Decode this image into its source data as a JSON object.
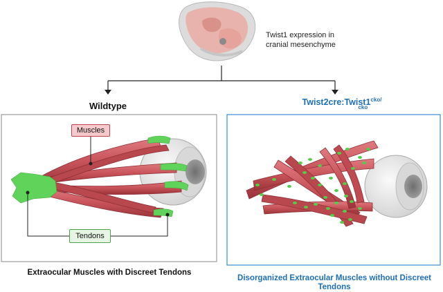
{
  "header": {
    "annotation_line1": "Twist1 expression in",
    "annotation_line2": "cranial mesenchyme"
  },
  "left_panel": {
    "title": "Wildtype",
    "muscles_label": "Muscles",
    "tendons_label": "Tendons",
    "caption": "Extraocular Muscles with Discreet Tendons"
  },
  "right_panel": {
    "title_main": "Twist2cre:Twist1",
    "title_superscript": "cko/",
    "title_subscript": "cko",
    "caption_line1": "Disorganized Extraocular Muscles without Discreet",
    "caption_line2": "Tendons"
  },
  "colors": {
    "muscle": "#c8535a",
    "muscle_dark": "#8e2f36",
    "tendon_green": "#5fd35a",
    "right_title_blue": "#1d6fb8",
    "right_border_blue": "#3b8bd6",
    "muscles_tag_fill": "#f6c9cc",
    "muscles_tag_border": "#c0434b",
    "tendons_tag_fill": "#e7f5e4",
    "tendons_tag_border": "#4aa34a"
  }
}
